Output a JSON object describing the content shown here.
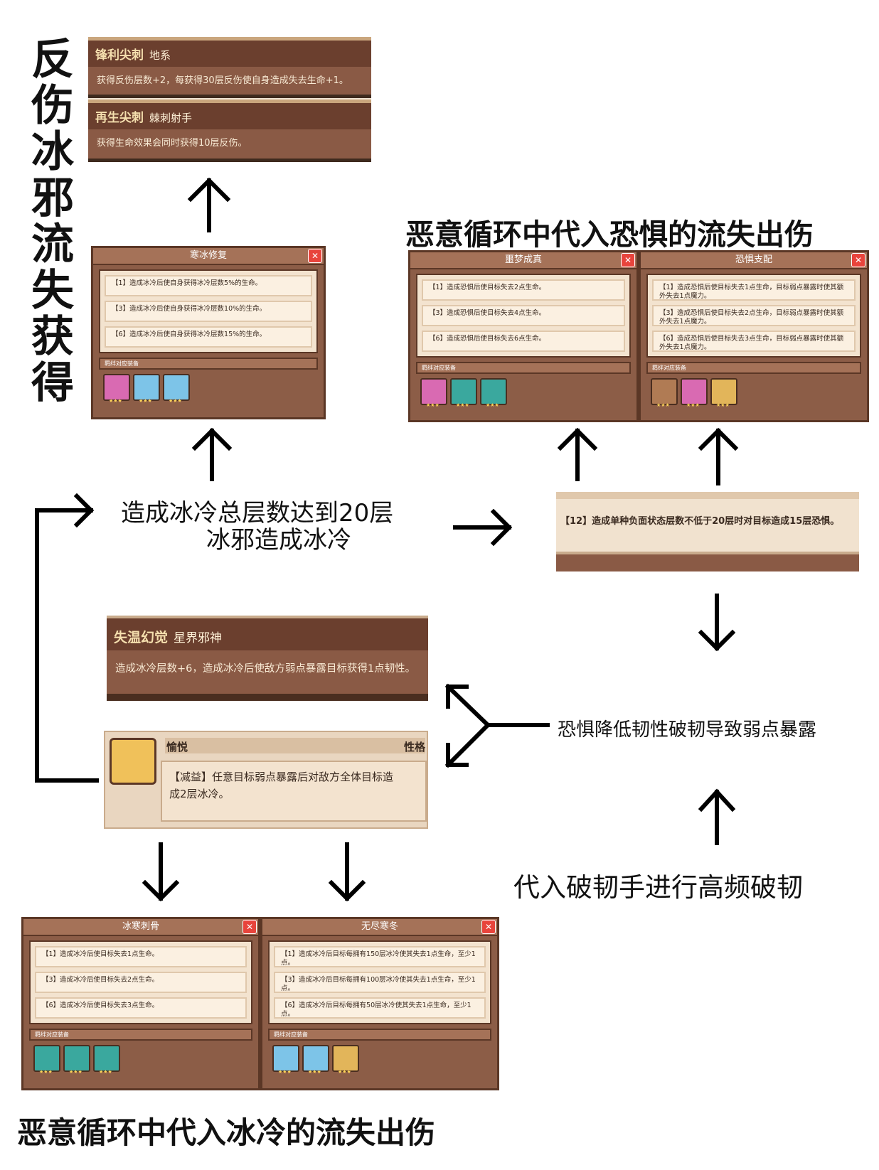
{
  "title_left": "反伤冰邪流失获得",
  "title_fear": "恶意循环中代入恐惧的流失出伤",
  "title_cold": "恶意循环中代入冰冷的流失出伤",
  "center_line1": "造成冰冷总层数达到20层",
  "center_line2": "冰邪造成冰冷",
  "fear_line": "恐惧降低韧性破韧导致弱点暴露",
  "breaker_line": "代入破韧手进行高频破韧",
  "skill_sharp": {
    "name": "锋利尖刺",
    "tag": "地系",
    "desc": "获得反伤层数+2，每获得30层反伤使自身造成失去生命+1。"
  },
  "skill_regen": {
    "name": "再生尖刺",
    "tag": "棘刺射手",
    "desc": "获得生命效果会同时获得10层反伤。"
  },
  "skill_illusion": {
    "name": "失温幻觉",
    "tag": "星界邪神",
    "desc": "造成冰冷层数+6，造成冰冷后使敌方弱点暴露目标获得1点韧性。"
  },
  "threshold_text": "【12】造成单种负面状态层数不低于20层时对目标造成15层恐惧。",
  "trait": {
    "name": "愉悦",
    "category": "性格",
    "desc_line1": "【减益】任意目标弱点暴露后对敌方全体目标造",
    "desc_line2": "成2层冰冷。"
  },
  "equip_label": "羁绊对应装备",
  "close_glyph": "✕",
  "stars": "★★★",
  "set_ice_repair": {
    "title": "寒冰修复",
    "rows": [
      "【1】造成冰冷后使自身获得冰冷层数5%的生命。",
      "【3】造成冰冷后使自身获得冰冷层数10%的生命。",
      "【6】造成冰冷后使自身获得冰冷层数15%的生命。"
    ]
  },
  "set_nightmare": {
    "title": "噩梦成真",
    "rows": [
      "【1】造成恐惧后使目标失去2点生命。",
      "【3】造成恐惧后使目标失去4点生命。",
      "【6】造成恐惧后使目标失去6点生命。"
    ]
  },
  "set_fear_rule": {
    "title": "恐惧支配",
    "rows": [
      "【1】造成恐惧后使目标失去1点生命，目标弱点暴露时使其额外失去1点魔力。",
      "【3】造成恐惧后使目标失去2点生命，目标弱点暴露时使其额外失去1点魔力。",
      "【6】造成恐惧后使目标失去3点生命，目标弱点暴露时使其额外失去1点魔力。"
    ]
  },
  "set_ice_bone": {
    "title": "冰寒刺骨",
    "rows": [
      "【1】造成冰冷后使目标失去1点生命。",
      "【3】造成冰冷后使目标失去2点生命。",
      "【6】造成冰冷后使目标失去3点生命。"
    ]
  },
  "set_endless_cold": {
    "title": "无尽寒冬",
    "rows": [
      "【1】造成冰冷后目标每拥有150层冰冷使其失去1点生命，至少1点。",
      "【3】造成冰冷后目标每拥有100层冰冷使其失去1点生命，至少1点。",
      "【6】造成冰冷后目标每拥有50层冰冷使其失去1点生命，至少1点。"
    ]
  }
}
